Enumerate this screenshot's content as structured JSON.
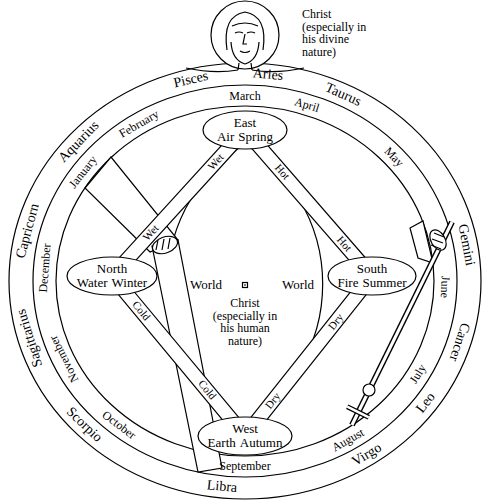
{
  "diagram": {
    "nodes": [
      {
        "text": [
          "East",
          "Air",
          "Spring"
        ]
      },
      {
        "text": [
          "North",
          "Water",
          "Winter"
        ]
      },
      {
        "text": [
          "South",
          "Fire",
          "Summer"
        ]
      },
      {
        "text": [
          "West",
          "Earth",
          "Autumn"
        ]
      }
    ],
    "edges": [
      {
        "from": 0,
        "to": 2,
        "label": "Hot",
        "arrow": "none"
      },
      {
        "from": 2,
        "to": 3,
        "label": "Dry",
        "arrow": "none"
      },
      {
        "from": 3,
        "to": 1,
        "label": "Cold",
        "arrow": "none"
      },
      {
        "from": 1,
        "to": 0,
        "label": "Wet",
        "arrow": "none"
      }
    ],
    "labels": [
      "Christ (especially in his divine nature)",
      "Pisces",
      "Aries",
      "Taurus",
      "Gemini",
      "Cancer",
      "Leo",
      "Virgo",
      "Libra",
      "Scorpio",
      "Sagittarius",
      "Capricorn",
      "Aquarius",
      "March",
      "April",
      "May",
      "June",
      "July",
      "August",
      "September",
      "October",
      "November",
      "December",
      "January",
      "February",
      "World",
      "World",
      "Christ (especially in his human nature)",
      "Hot",
      "Dry",
      "Cold",
      "Wet"
    ]
  }
}
